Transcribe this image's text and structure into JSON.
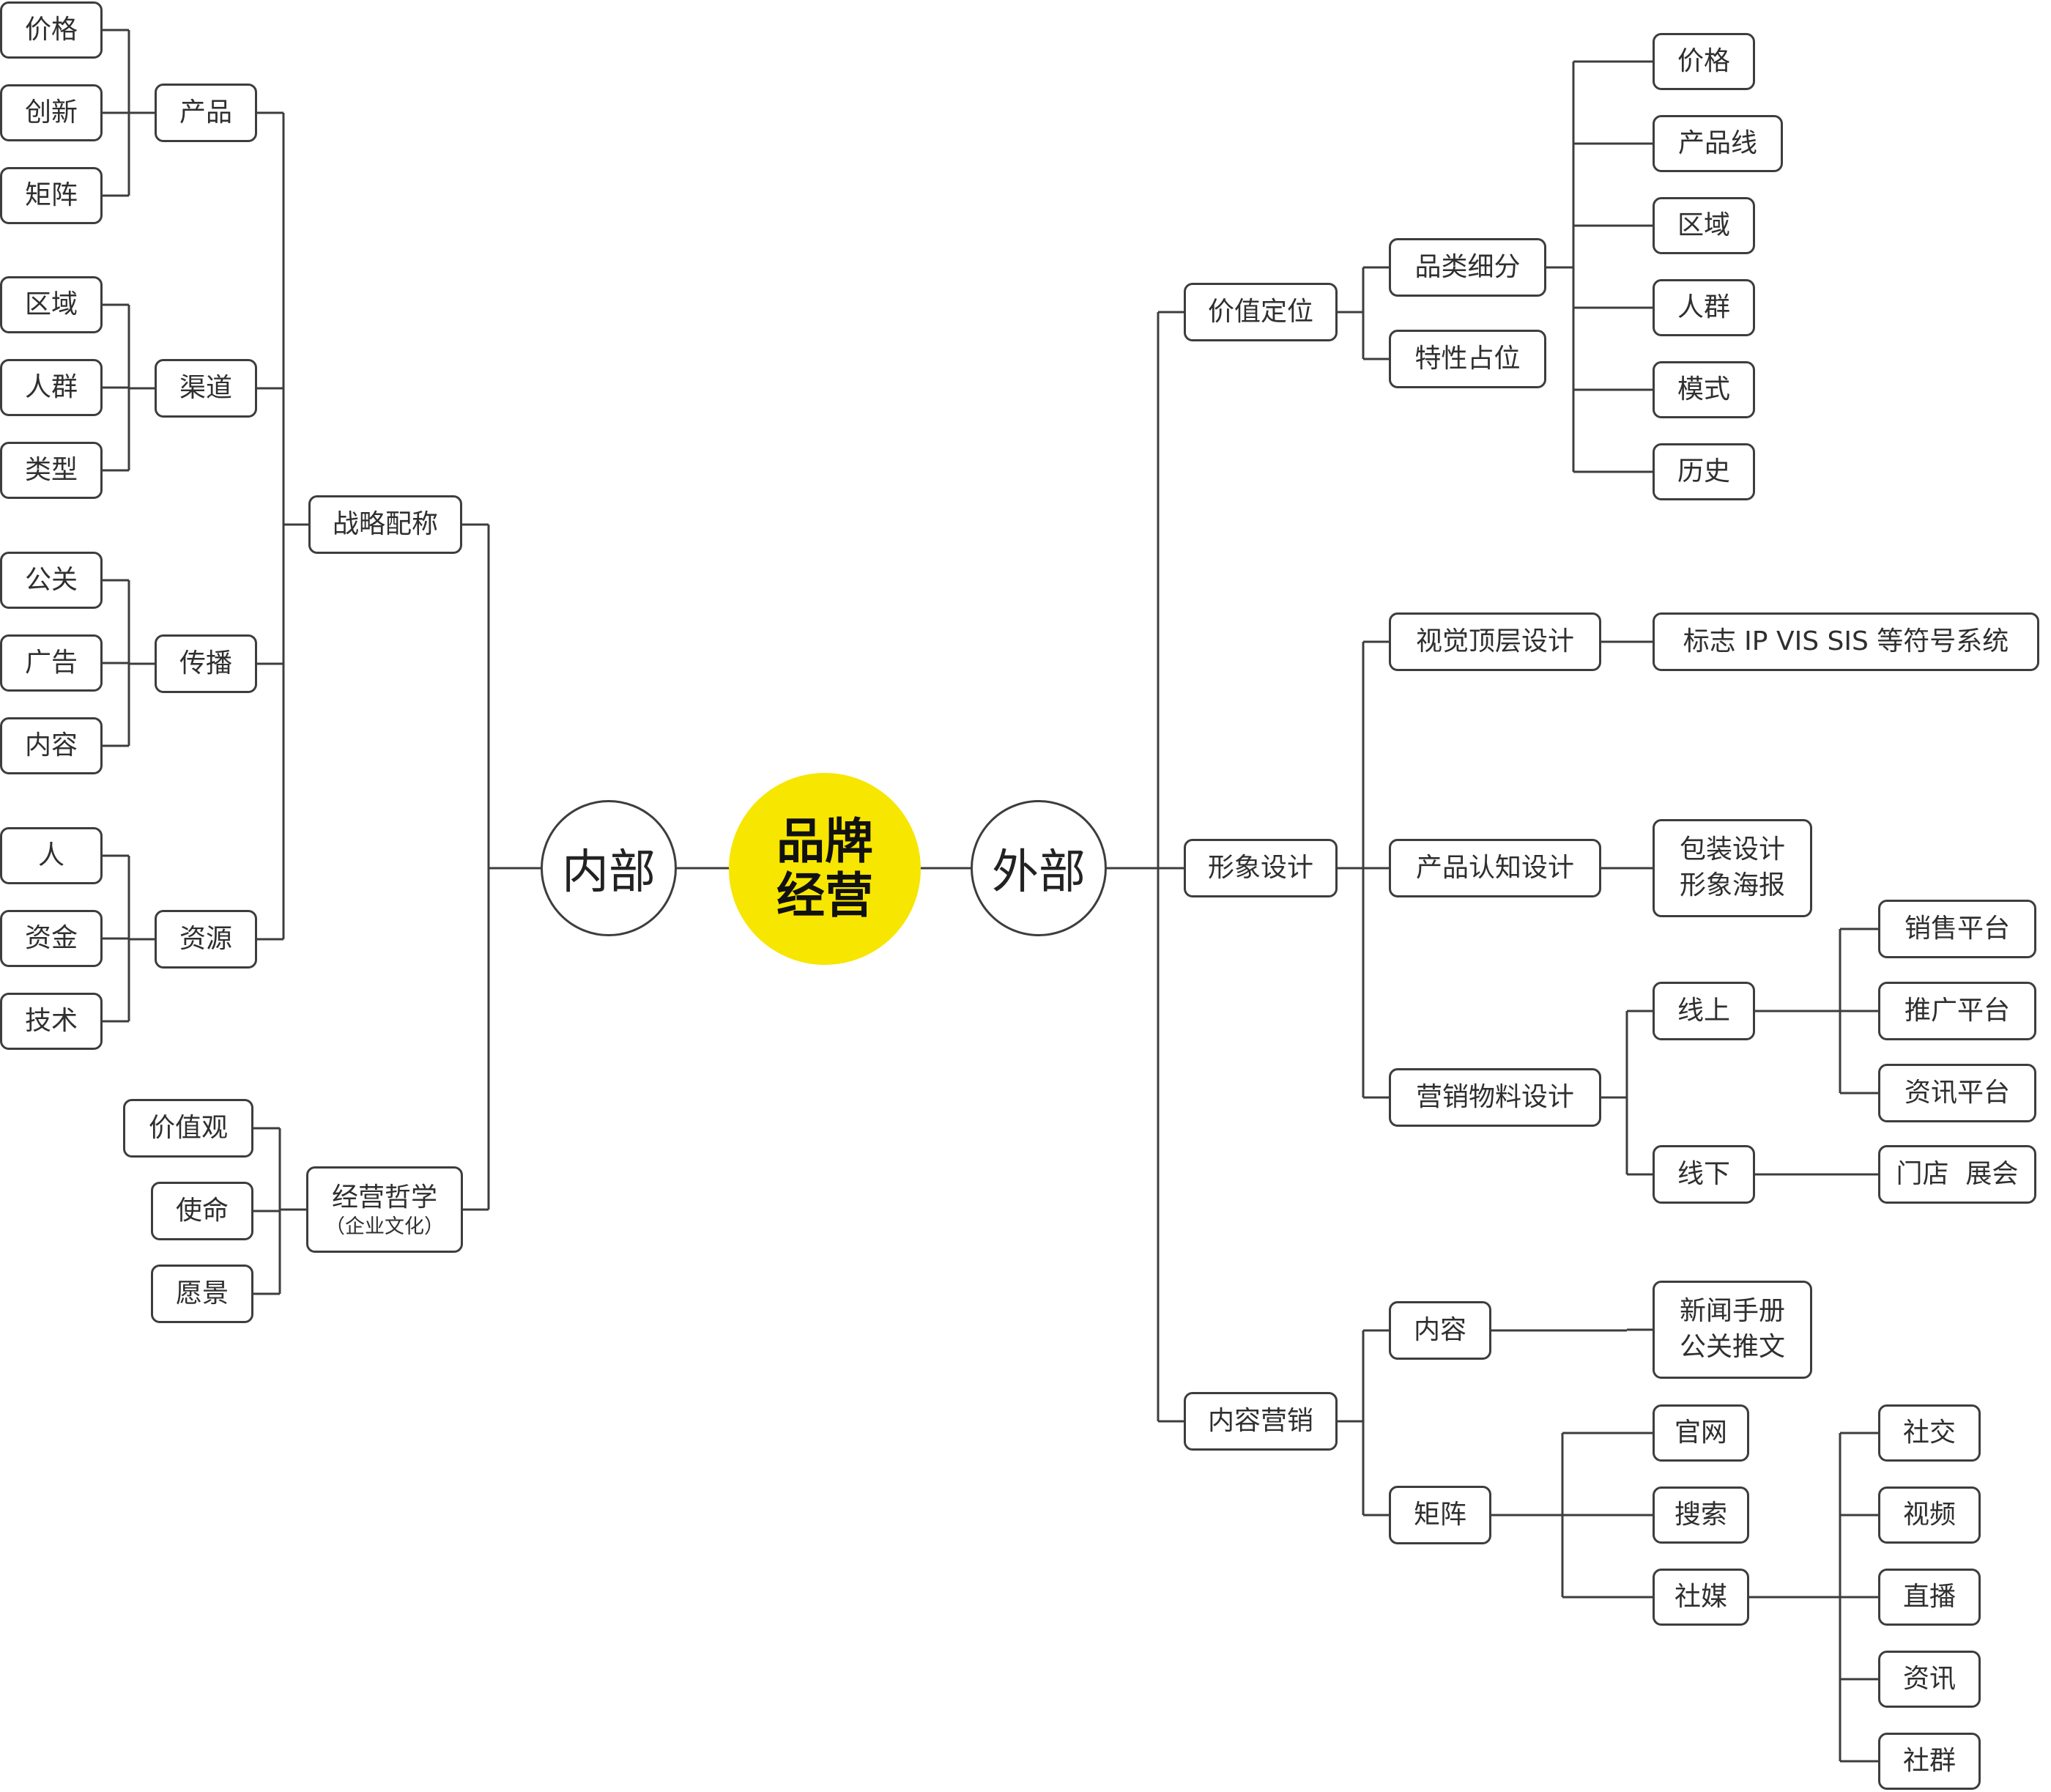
{
  "center": {
    "line1": "品牌",
    "line2": "经营",
    "fill": "#f7e600"
  },
  "inner": {
    "label": "内部",
    "strategy": {
      "label": "战略配称",
      "product": {
        "label": "产品",
        "items": [
          "价格",
          "创新",
          "矩阵"
        ]
      },
      "channel": {
        "label": "渠道",
        "items": [
          "区域",
          "人群",
          "类型"
        ]
      },
      "spread": {
        "label": "传播",
        "items": [
          "公关",
          "广告",
          "内容"
        ]
      },
      "resource": {
        "label": "资源",
        "items": [
          "人",
          "资金",
          "技术"
        ]
      }
    },
    "philosophy": {
      "label": "经营哲学",
      "sub": "（企业文化）",
      "items": [
        "价值观",
        "使命",
        "愿景"
      ]
    }
  },
  "outer": {
    "label": "外部",
    "value_position": {
      "label": "价值定位",
      "category": {
        "label": "品类细分",
        "items": [
          "价格",
          "产品线",
          "区域",
          "人群",
          "模式",
          "历史"
        ]
      },
      "trait": {
        "label": "特性占位"
      }
    },
    "image_design": {
      "label": "形象设计",
      "visual": {
        "label": "视觉顶层设计",
        "detail": "标志 IP VIS SIS 等符号系统"
      },
      "product_cog": {
        "label": "产品认知设计",
        "detail1": "包装设计",
        "detail2": "形象海报"
      },
      "marketing_material": {
        "label": "营销物料设计",
        "online": {
          "label": "线上",
          "items": [
            "销售平台",
            "推广平台",
            "资讯平台"
          ]
        },
        "offline": {
          "label": "线下",
          "detail": "门店  展会"
        }
      }
    },
    "content_marketing": {
      "label": "内容营销",
      "content": {
        "label": "内容",
        "detail1": "新闻手册",
        "detail2": "公关推文"
      },
      "matrix": {
        "label": "矩阵",
        "items": [
          "官网",
          "搜索"
        ],
        "social": {
          "label": "社媒",
          "items": [
            "社交",
            "视频",
            "直播",
            "资讯",
            "社群"
          ]
        }
      }
    }
  }
}
